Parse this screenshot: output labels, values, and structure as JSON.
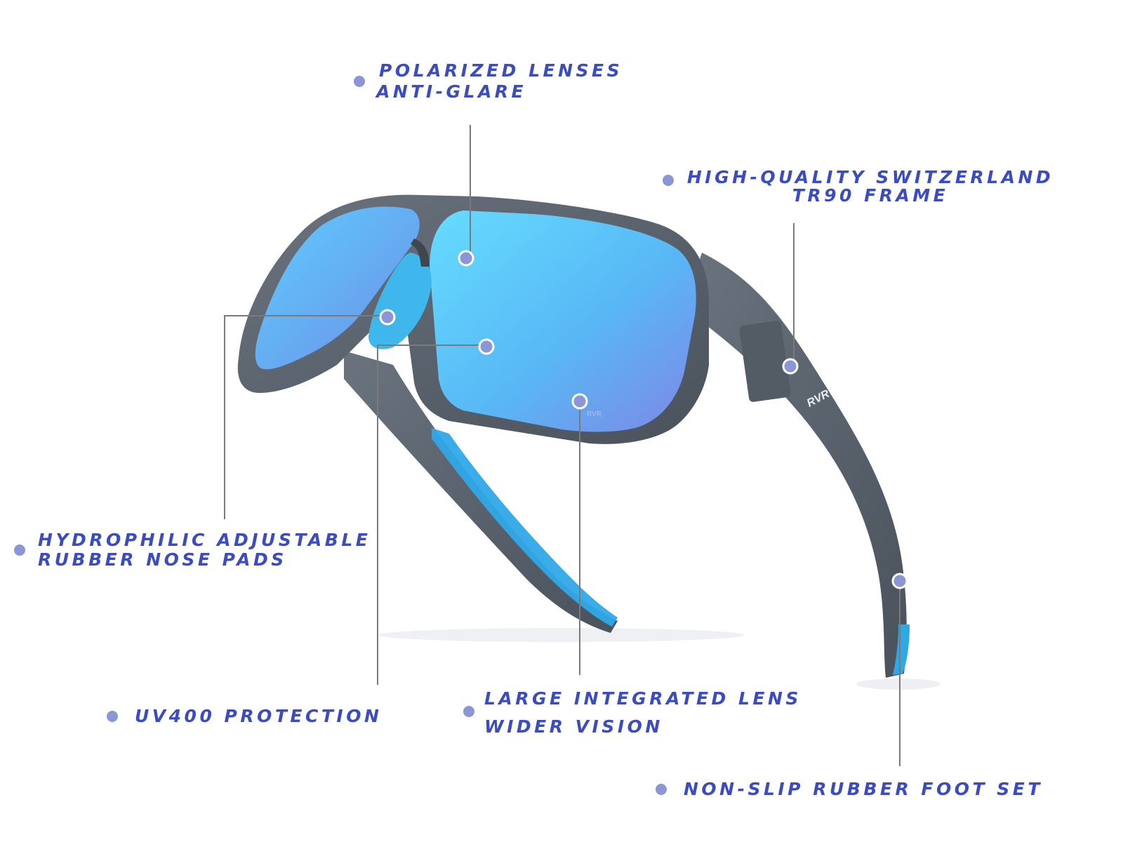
{
  "colors": {
    "label_text": "#3a4cc0",
    "bullet": "#8a96d6",
    "leader_line": "#7a7a7a",
    "marker_fill": "#8a96d6",
    "frame": "#5d6672",
    "frame_dark": "#3f4650",
    "lens_light": "#5fd3ff",
    "lens_dark": "#7b8fe8",
    "accent_blue": "#2fa8e8"
  },
  "frame_logo": "RVR",
  "callouts": {
    "polarized": {
      "line1": "POLARIZED LENSES",
      "line2": "ANTI-GLARE"
    },
    "frame": {
      "line1": "HIGH-QUALITY SWITZERLAND",
      "line2": "TR90 FRAME"
    },
    "nose_pads": {
      "line1": "HYDROPHILIC ADJUSTABLE",
      "line2": "RUBBER NOSE PADS"
    },
    "uv400": {
      "line1": "UV400 PROTECTION"
    },
    "lens": {
      "line1": "LARGE INTEGRATED LENS",
      "line2": "WIDER VISION"
    },
    "foot": {
      "line1": "NON-SLIP RUBBER FOOT SET"
    }
  }
}
